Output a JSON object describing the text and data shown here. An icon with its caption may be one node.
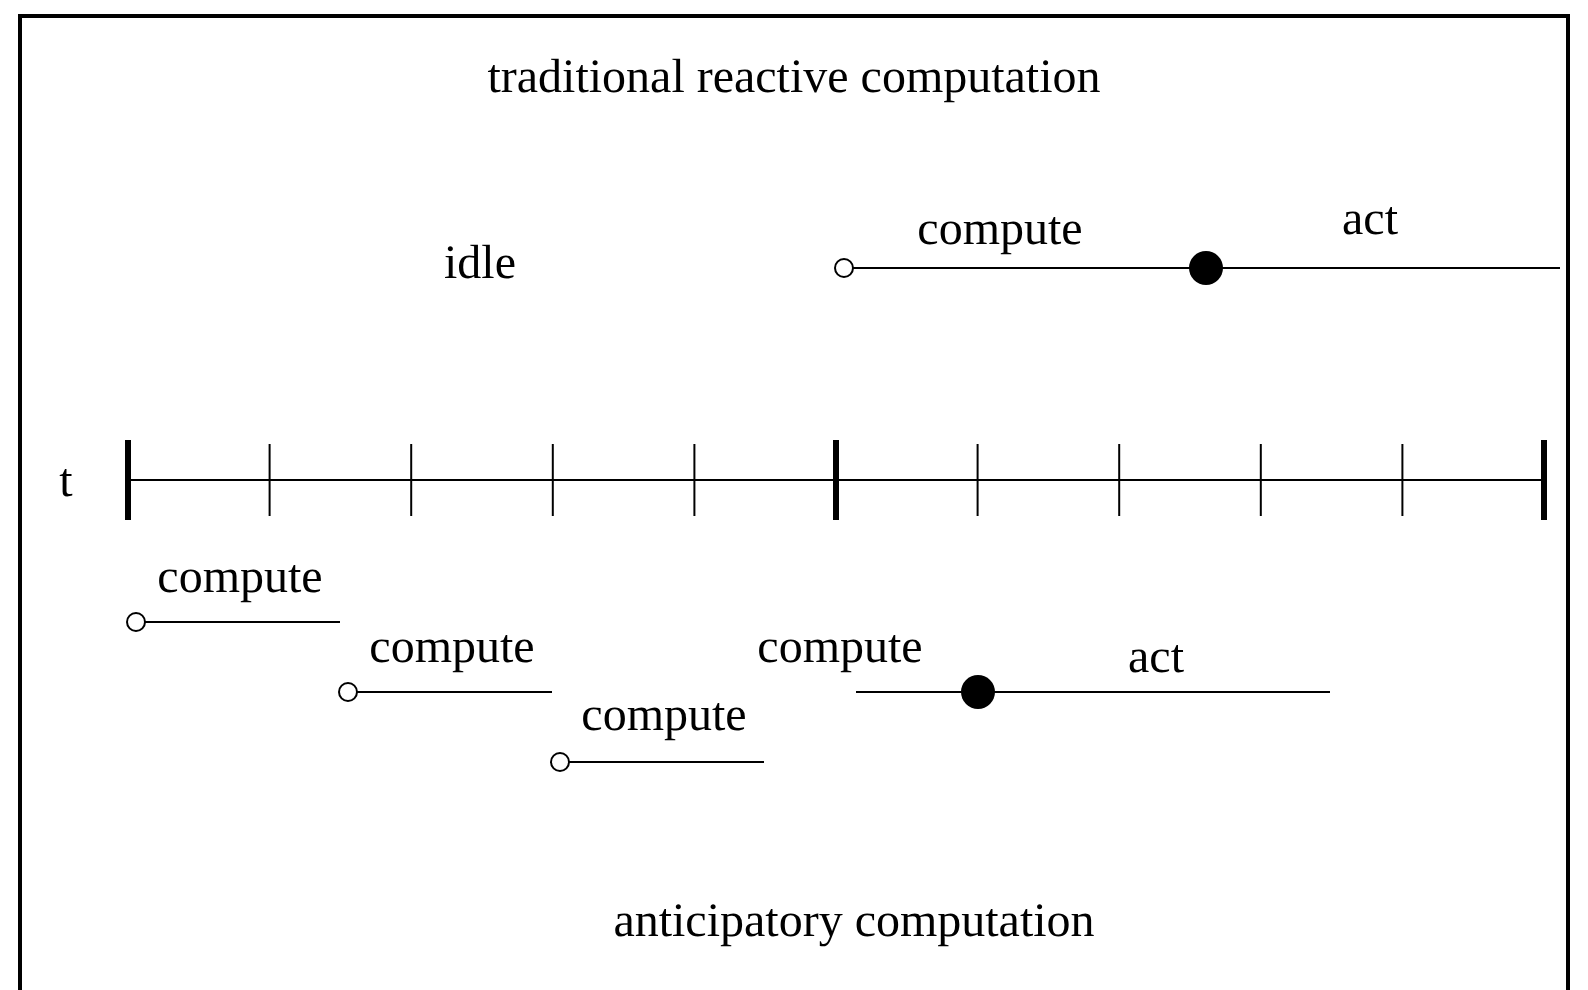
{
  "diagram": {
    "labels": [
      "traditional reactive computation",
      "idle",
      "compute",
      "act",
      "t",
      "compute",
      "compute",
      "compute",
      "compute",
      "act",
      "anticipatory computation"
    ]
  }
}
